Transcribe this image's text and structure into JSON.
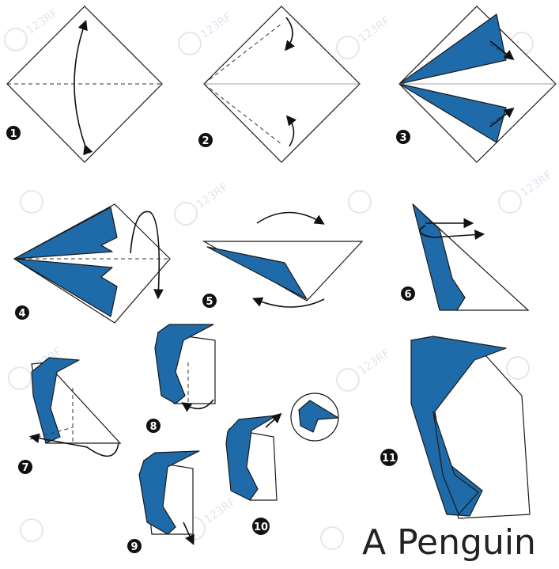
{
  "title": "A Penguin",
  "watermark_text": "123RF",
  "colors": {
    "paper_blue": "#1f6aa8",
    "outline": "#1a1a1a",
    "number_badge": "#111111"
  },
  "steps": [
    {
      "number": "1"
    },
    {
      "number": "2"
    },
    {
      "number": "3"
    },
    {
      "number": "4"
    },
    {
      "number": "5"
    },
    {
      "number": "6"
    },
    {
      "number": "7"
    },
    {
      "number": "8"
    },
    {
      "number": "9"
    },
    {
      "number": "10"
    },
    {
      "number": "11"
    }
  ]
}
